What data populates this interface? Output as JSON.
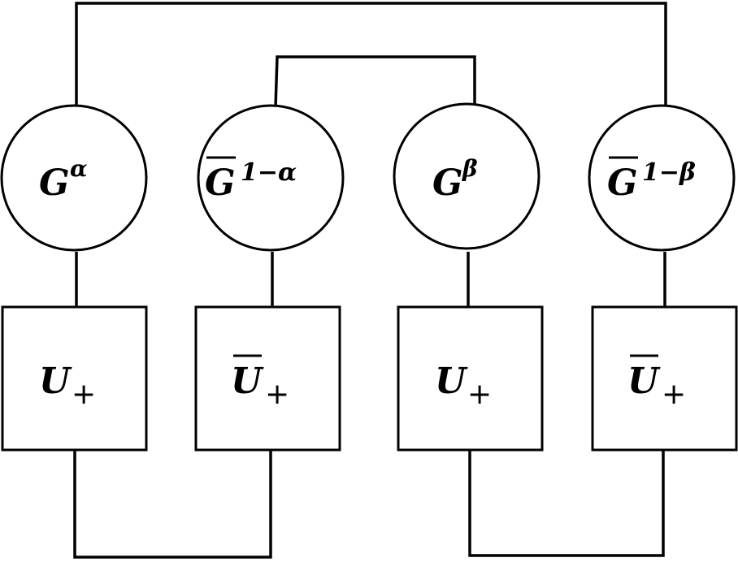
{
  "circles": [
    {
      "id": "g-alpha",
      "base": "G",
      "bar": false,
      "sup": "α"
    },
    {
      "id": "gbar-1-alpha",
      "base": "G",
      "bar": true,
      "sup": "1−α"
    },
    {
      "id": "g-beta",
      "base": "G",
      "bar": false,
      "sup": "β"
    },
    {
      "id": "gbar-1-beta",
      "base": "G",
      "bar": true,
      "sup": "1−β"
    }
  ],
  "boxes": [
    {
      "id": "u-plus-1",
      "base": "U",
      "bar": false,
      "sub": "+"
    },
    {
      "id": "ubar-plus-2",
      "base": "U",
      "bar": true,
      "sub": "+"
    },
    {
      "id": "u-plus-3",
      "base": "U",
      "bar": false,
      "sub": "+"
    },
    {
      "id": "ubar-plus-4",
      "base": "U",
      "bar": true,
      "sub": "+"
    }
  ]
}
